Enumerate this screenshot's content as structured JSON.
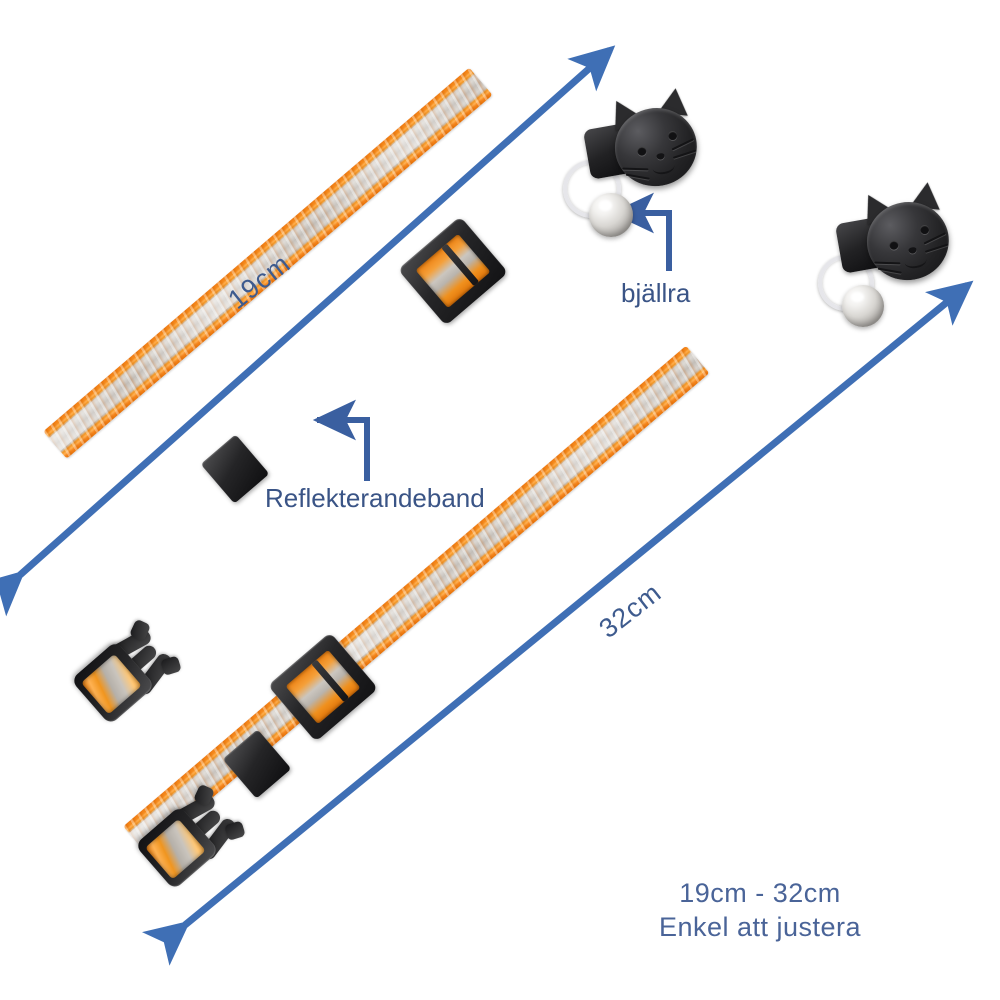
{
  "image": {
    "background_color": "#ffffff",
    "product": "reflective breakaway cat collar with bell",
    "language": "Swedish"
  },
  "palette": {
    "annotation_blue": "#3f6fb5",
    "label_blue": "#3a5486",
    "footnote_blue": "#4a6498",
    "strap_orange": "#f0891a",
    "reflective_grey": "#c6c1ba",
    "hardware_black": "#232325",
    "bell_silver": "#e3e1dd"
  },
  "dimension_arrows": [
    {
      "id": "short-collar-dimension",
      "label": "19cm",
      "label_rotation_deg": -38,
      "style": "double-headed"
    },
    {
      "id": "long-collar-dimension",
      "label": "32cm",
      "label_rotation_deg": -38,
      "style": "double-headed"
    }
  ],
  "callouts": [
    {
      "id": "bell-callout",
      "label": "bjällra",
      "points_to": "bell"
    },
    {
      "id": "reflective-band-callout",
      "label": "Reflekterandeband",
      "points_to": "reflective-strip"
    }
  ],
  "footnote": {
    "line1": "19cm - 32cm",
    "line2": "Enkel att justera"
  },
  "products": [
    {
      "id": "collar-short",
      "state": "adjusted short",
      "length_label": "19cm",
      "parts": [
        "cat-head-buckle",
        "bell",
        "split-ring",
        "adjuster-buckle",
        "keeper-loop",
        "breakaway-clasp",
        "reflective-strap"
      ]
    },
    {
      "id": "collar-long",
      "state": "adjusted long",
      "length_label": "32cm",
      "parts": [
        "cat-head-buckle",
        "bell",
        "split-ring",
        "adjuster-buckle",
        "keeper-loop",
        "breakaway-clasp",
        "reflective-strap"
      ]
    }
  ]
}
